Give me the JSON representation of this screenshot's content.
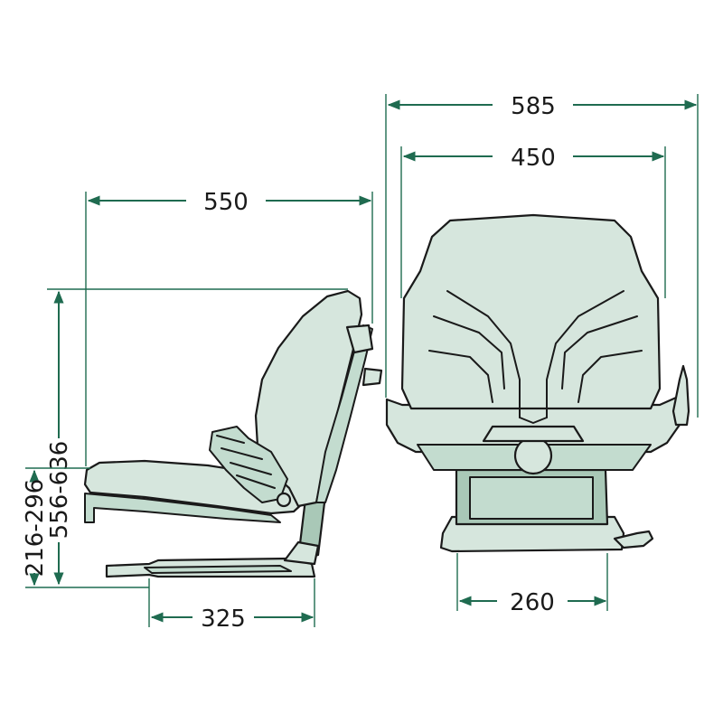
{
  "dimensions": {
    "overall_width": "585",
    "seat_width": "450",
    "seat_depth": "550",
    "height_range": "556-636",
    "suspension_range": "216-296",
    "rail_length": "325",
    "base_width": "260"
  },
  "colors": {
    "dimension": "#1f6b50",
    "seat_fill": "#d6e6dd",
    "outline": "#1a1a1a"
  }
}
